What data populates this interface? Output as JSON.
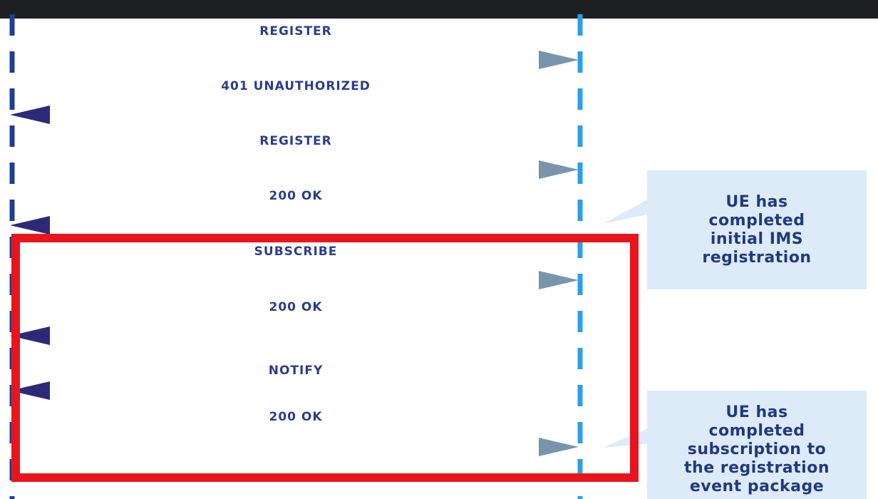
{
  "messages": [
    {
      "label": "REGISTER",
      "direction": "right"
    },
    {
      "label": "401 UNAUTHORIZED",
      "direction": "left"
    },
    {
      "label": "REGISTER",
      "direction": "right"
    },
    {
      "label": "200 OK",
      "direction": "left"
    },
    {
      "label": "SUBSCRIBE",
      "direction": "right"
    },
    {
      "label": "200 OK",
      "direction": "left"
    },
    {
      "label": "NOTIFY",
      "direction": "left"
    },
    {
      "label": "200 OK",
      "direction": "right"
    }
  ],
  "callouts": {
    "registration": {
      "lines": [
        "UE has",
        "completed",
        "initial IMS",
        "registration"
      ]
    },
    "subscription": {
      "lines": [
        "UE has",
        "completed",
        "subscription to",
        "the registration",
        "event package"
      ]
    }
  },
  "colors": {
    "arrow_dark": "#2c2a78",
    "arrow_light": "#7a95ab",
    "left_lifeline": "#1f3e96",
    "right_lifeline": "#2aa0e8",
    "callout_bg": "#dcebf7",
    "callout_text": "#21397f",
    "highlight": "#e8151d",
    "label_text": "#2b3e8c"
  }
}
